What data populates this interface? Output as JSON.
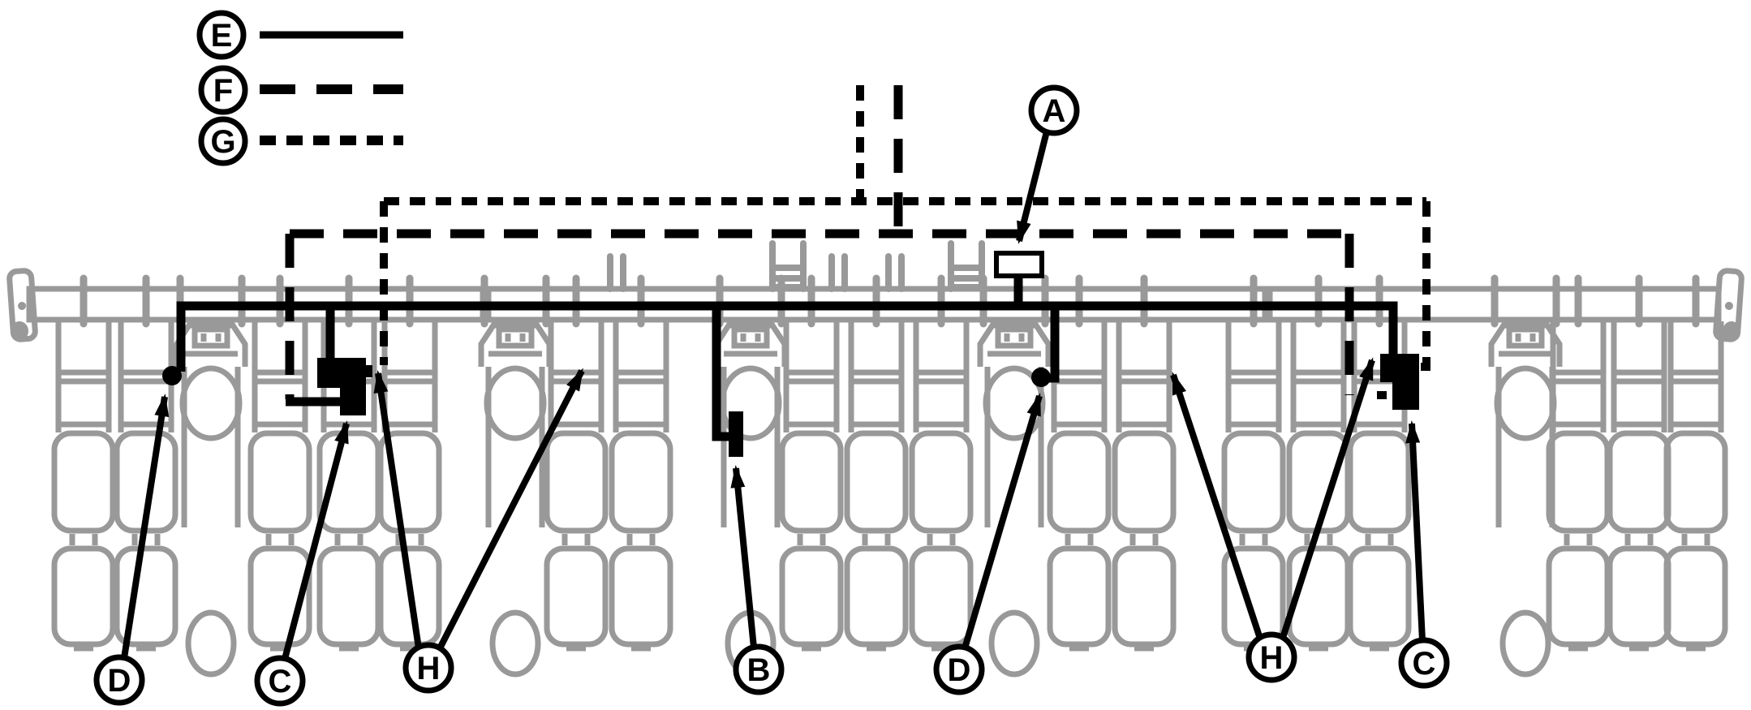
{
  "figure": {
    "kind": "harness-routing-diagram",
    "background_color": "#ffffff",
    "line_color": "#000000",
    "machine_color": "#999999"
  },
  "legend": {
    "items": [
      {
        "label": "E",
        "style": "solid"
      },
      {
        "label": "F",
        "style": "long-dash"
      },
      {
        "label": "G",
        "style": "short-dash"
      }
    ]
  },
  "callouts": {
    "a": {
      "label": "A"
    },
    "b": {
      "label": "B"
    },
    "c_left": {
      "label": "C"
    },
    "c_right": {
      "label": "C"
    },
    "d_left": {
      "label": "D"
    },
    "d_right": {
      "label": "D"
    },
    "h_left": {
      "label": "H"
    },
    "h_right": {
      "label": "H"
    }
  }
}
